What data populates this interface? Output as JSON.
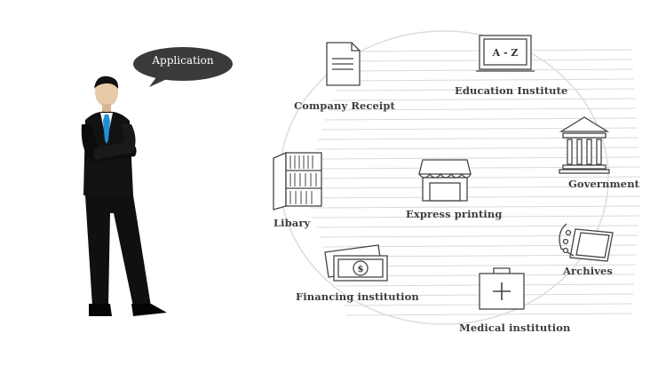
{
  "bubble": {
    "text": "Application"
  },
  "nodes": {
    "company_receipt": "Company Receipt",
    "education_institute": "Education Institute",
    "government": "Government",
    "library": "Libary",
    "express_printing": "Express printing",
    "archives": "Archives",
    "financing_institution": "Financing institution",
    "medical_institution": "Medical institution"
  },
  "icons": {
    "education_board_text": "A - Z",
    "money_symbol": "$"
  },
  "colors": {
    "icon_stroke": "#444444",
    "lines": "#d6d6d6",
    "suit": "#111111",
    "tie": "#1f8fd6",
    "bubble": "#333333"
  }
}
